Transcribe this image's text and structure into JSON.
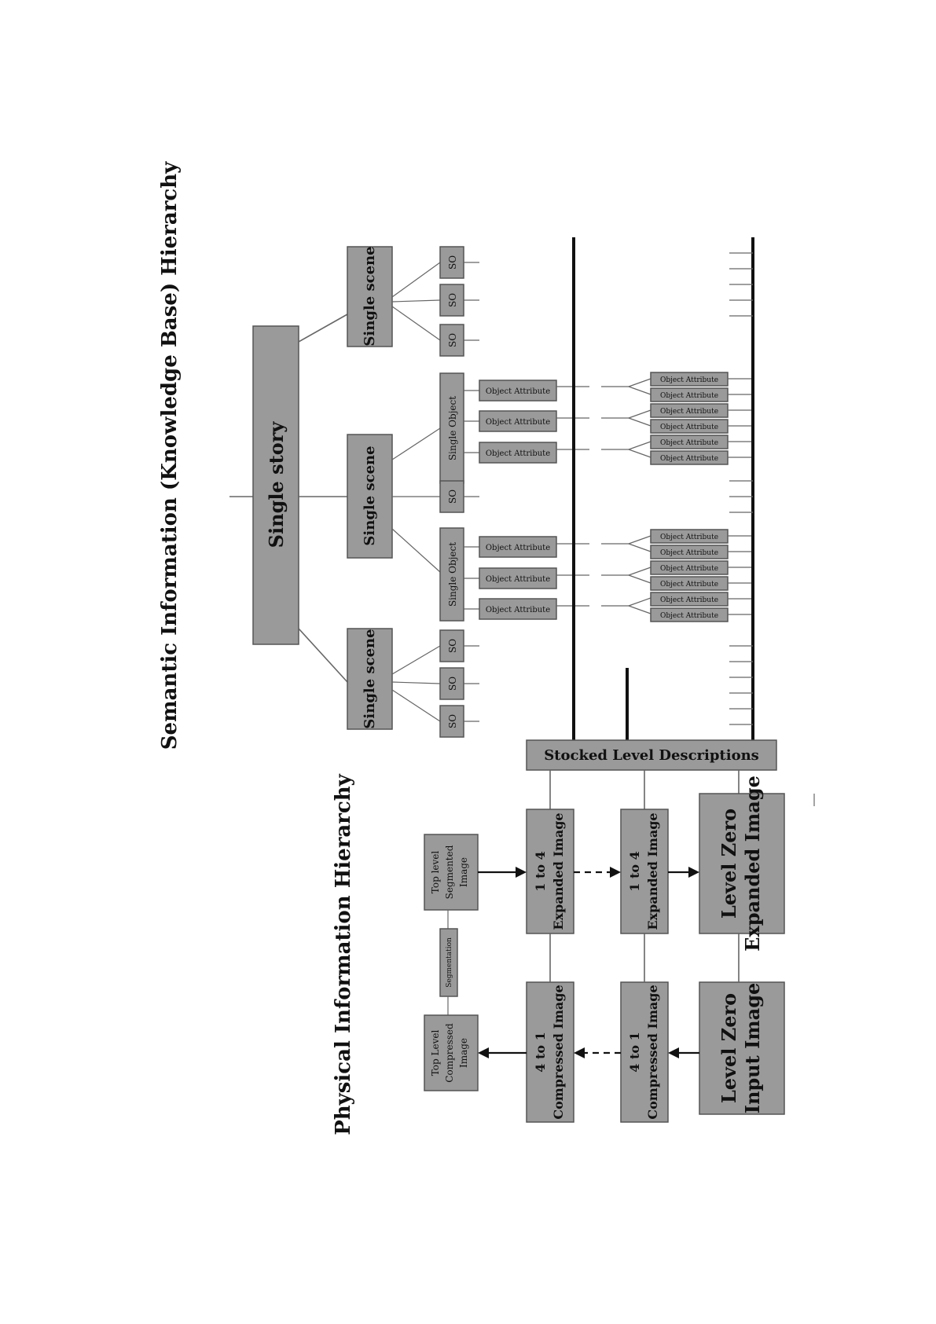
{
  "titles": {
    "semantic": "Semantic Information (Knowledge Base) Hierarchy",
    "physical": "Physical Information Hierarchy"
  },
  "semantic": {
    "story": "Single story",
    "scene": "Single scene",
    "so": "SO",
    "object": "Single Object",
    "attribute": "Object Attribute"
  },
  "stocked": "Stocked Level Descriptions",
  "physical": {
    "top_level_compressed": [
      "Top Level",
      "Compressed",
      "Image"
    ],
    "segmentation": "Segmentation",
    "top_level_segmented": [
      "Top level",
      "Segmented",
      "Image"
    ],
    "compressed_4to1": [
      "4 to 1",
      "Compressed Image"
    ],
    "expanded_1to4": [
      "1 to 4",
      "Expanded Image"
    ],
    "level_zero_input": [
      "Level Zero",
      "Input Image"
    ],
    "level_zero_expanded": [
      "Level Zero",
      "Expanded Image"
    ]
  }
}
